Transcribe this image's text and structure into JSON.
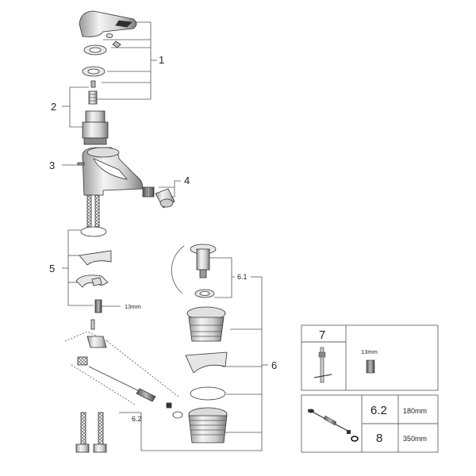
{
  "callouts": {
    "c1": "1",
    "c2": "2",
    "c3": "3",
    "c4": "4",
    "c5": "5",
    "c6": "6",
    "c61": "6.1",
    "c62": "6.2"
  },
  "dimensions": {
    "d13mm_main": "13mm"
  },
  "table7": {
    "ref": "7",
    "size": "13mm"
  },
  "table_bottom": {
    "row1_ref": "6.2",
    "row1_len": "180mm",
    "row2_ref": "8",
    "row2_len": "350mm"
  },
  "colors": {
    "metal_light": "#f2f2f2",
    "metal_dark": "#8a8a8a",
    "ring": "#111111",
    "line": "#555555"
  }
}
